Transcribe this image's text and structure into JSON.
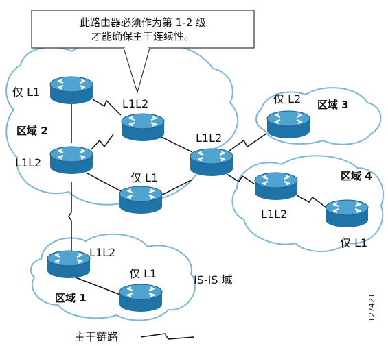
{
  "callout": {
    "line1": "此路由器必须作为第 1-2 级",
    "line2": "才能确保主干连续性。"
  },
  "areas": {
    "area1": "区域 1",
    "area2": "区域 2",
    "area3": "区域 3",
    "area4": "区域 4"
  },
  "routers": {
    "r_only_l1_topleft": "仅 L1",
    "r_l1l2_area2_left": "L1L2",
    "r_l1l2_top_mid": "L1L2",
    "r_only_l1_mid": "仅 L1",
    "r_l1l2_center": "L1L2",
    "r_only_l2_area3": "仅 L2",
    "r_l1l2_area4": "L1L2",
    "r_only_l1_area4": "仅 L1",
    "r_l1l2_area1": "L1L2",
    "r_only_l1_area1": "仅 L1"
  },
  "domain_label": "IS-IS 域",
  "legend": {
    "backbone_link": "主干链路"
  },
  "figure_id": "127421",
  "colors": {
    "router_body": "#1f73a6",
    "router_top": "#4ea3d1",
    "cloud_stroke": "#7ab7d9",
    "link": "#111111"
  }
}
